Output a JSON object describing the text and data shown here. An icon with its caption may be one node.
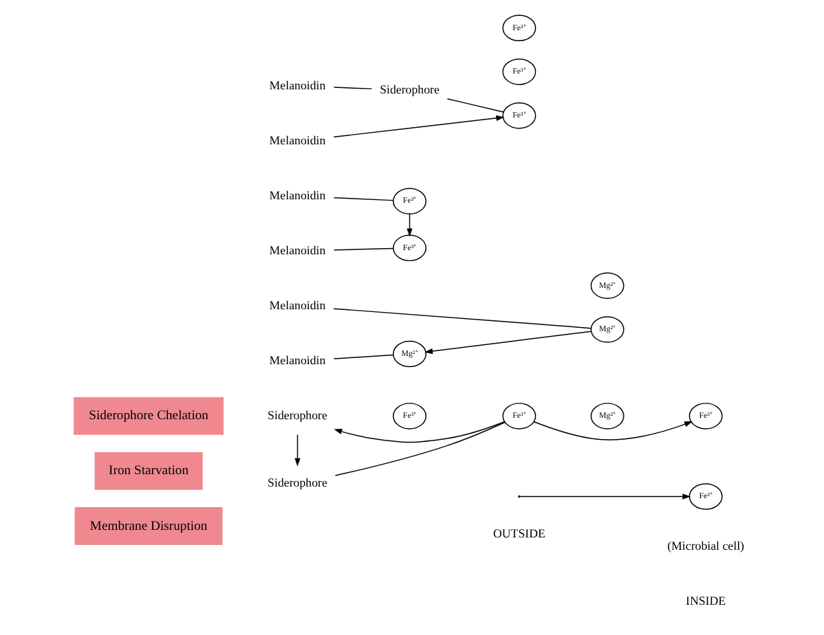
{
  "diagram": {
    "nodes": [
      {
        "text": [
          "Membrane Disruption"
        ]
      },
      {
        "text": [
          "Iron Starvation"
        ]
      },
      {
        "text": [
          "Siderophore Chelation"
        ]
      },
      {
        "text": [
          "Melanoidin"
        ]
      },
      {
        "text": [
          "Mg²⁺"
        ]
      },
      {
        "text": [
          "Mg²⁺"
        ]
      },
      {
        "text": [
          "Mg²⁺"
        ]
      },
      {
        "text": [
          "Melanoidin"
        ]
      },
      {
        "text": [
          "Mg²⁺"
        ]
      },
      {
        "text": [
          "Melanoidin"
        ]
      },
      {
        "text": [
          "Fe³⁺"
        ]
      },
      {
        "text": [
          "Melanoidin"
        ]
      },
      {
        "text": [
          "Fe³⁺"
        ]
      },
      {
        "text": [
          "Fe³⁺"
        ]
      },
      {
        "text": [
          "Fe³⁺"
        ]
      },
      {
        "text": [
          "Fe³⁺"
        ]
      },
      {
        "text": [
          "Melanoidin"
        ]
      },
      {
        "text": [
          "Siderophore"
        ]
      },
      {
        "text": [
          "Fe³⁺"
        ]
      },
      {
        "text": [
          "Melanoidin"
        ]
      },
      {
        "text": [
          "Fe³⁺"
        ]
      },
      {
        "text": [
          "Siderophore"
        ]
      },
      {
        "text": [
          "Fe³⁺"
        ]
      },
      {
        "text": [
          "Siderophore"
        ]
      },
      {
        "text": [
          "Fe³⁺"
        ]
      }
    ],
    "edges": [
      {
        "from": 3,
        "to": 5,
        "arrow": "none"
      },
      {
        "from": 5,
        "to": 8,
        "arrow": "to"
      },
      {
        "from": 7,
        "to": 8,
        "arrow": "none"
      },
      {
        "from": 9,
        "to": 10,
        "arrow": "none"
      },
      {
        "from": 10,
        "to": 12,
        "arrow": "to"
      },
      {
        "from": 11,
        "to": 12,
        "arrow": "none"
      },
      {
        "from": null,
        "to": 15,
        "arrow": "to"
      },
      {
        "from": 16,
        "to": 17,
        "arrow": "none"
      },
      {
        "from": 17,
        "to": 18,
        "arrow": "none"
      },
      {
        "from": 19,
        "to": 18,
        "arrow": "to"
      },
      {
        "from": 23,
        "to": 21,
        "arrow": "to"
      },
      {
        "from": 21,
        "to": 22,
        "arrow": "none"
      },
      {
        "from": 22,
        "to": 23,
        "arrow": "to"
      },
      {
        "from": 22,
        "to": 24,
        "arrow": "to"
      }
    ],
    "labels": [
      "OUTSIDE",
      "INSIDE",
      "(Microbial cell)"
    ]
  }
}
